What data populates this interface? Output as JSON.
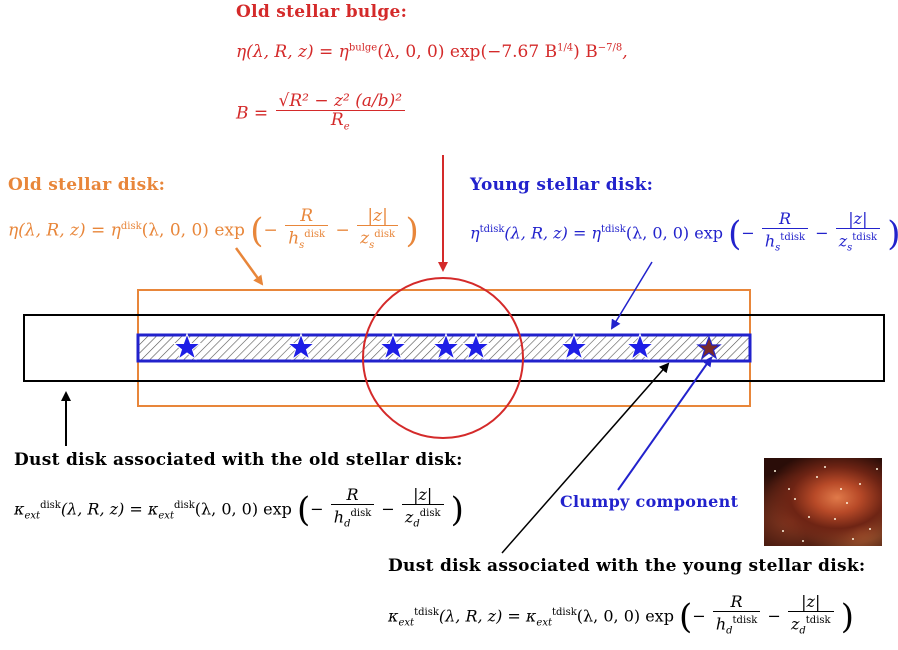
{
  "bulge": {
    "title": "Old stellar bulge:",
    "eq1_lhs": "η(λ, R, z)",
    "eq1_eq": "=",
    "eq1_eta": "η",
    "eq1_sup": "bulge",
    "eq1_rest": "(λ, 0, 0) exp(−7.67 B",
    "eq1_sup2": "1/4",
    "eq1_rest2": ") B",
    "eq1_sup3": "−7/8",
    "eq1_end": ",",
    "eq2_lhs": "B =",
    "eq2_num": "√R² − z² (a/b)²",
    "eq2_den": "R",
    "eq2_den_sub": "e"
  },
  "old_disk": {
    "title": "Old stellar disk:",
    "lhs": "η(λ, R, z) = η",
    "sup": "disk",
    "rest": "(λ, 0, 0) exp",
    "frac1_num": "R",
    "frac1_den": "h",
    "frac1_den_sub": "s",
    "frac1_den_sup": "disk",
    "frac2_num": "|z|",
    "frac2_den": "z",
    "frac2_den_sub": "s",
    "frac2_den_sup": "disk"
  },
  "young_disk": {
    "title": "Young stellar disk:",
    "lhs_eta": "η",
    "lhs_sup": "tdisk",
    "lhs_rest": "(λ, R, z) = η",
    "sup": "tdisk",
    "rest": "(λ, 0, 0) exp",
    "frac1_num": "R",
    "frac1_den": "h",
    "frac1_den_sub": "s",
    "frac1_den_sup": "tdisk",
    "frac2_num": "|z|",
    "frac2_den": "z",
    "frac2_den_sub": "s",
    "frac2_den_sup": "tdisk"
  },
  "dust_old": {
    "title": "Dust disk associated with the old stellar disk:",
    "lhs": "κ",
    "lhs_sub": "ext",
    "lhs_sup": "disk",
    "lhs_rest": "(λ, R, z) = κ",
    "sub": "ext",
    "sup": "disk",
    "rest": "(λ, 0, 0) exp",
    "frac1_num": "R",
    "frac1_den": "h",
    "frac1_den_sub": "d",
    "frac1_den_sup": "disk",
    "frac2_num": "|z|",
    "frac2_den": "z",
    "frac2_den_sub": "d",
    "frac2_den_sup": "disk"
  },
  "dust_young": {
    "title": "Dust disk associated with the young stellar disk:",
    "lhs": "κ",
    "lhs_sub": "ext",
    "lhs_sup": "tdisk",
    "lhs_rest": "(λ, R, z) = κ",
    "sub": "ext",
    "sup": "tdisk",
    "rest": "(λ, 0, 0) exp",
    "frac1_num": "R",
    "frac1_den": "h",
    "frac1_den_sub": "d",
    "frac1_den_sup": "tdisk",
    "frac2_num": "|z|",
    "frac2_den": "z",
    "frac2_den_sub": "d",
    "frac2_den_sup": "tdisk"
  },
  "clumpy": {
    "label": "Clumpy component"
  },
  "minus": "−",
  "colors": {
    "bulge": "#d42a2a",
    "old_disk": "#e8863a",
    "young_disk": "#2222cc",
    "dust": "#000000",
    "star": "#1e1ee6",
    "clump_star": "#7a2a2a"
  }
}
